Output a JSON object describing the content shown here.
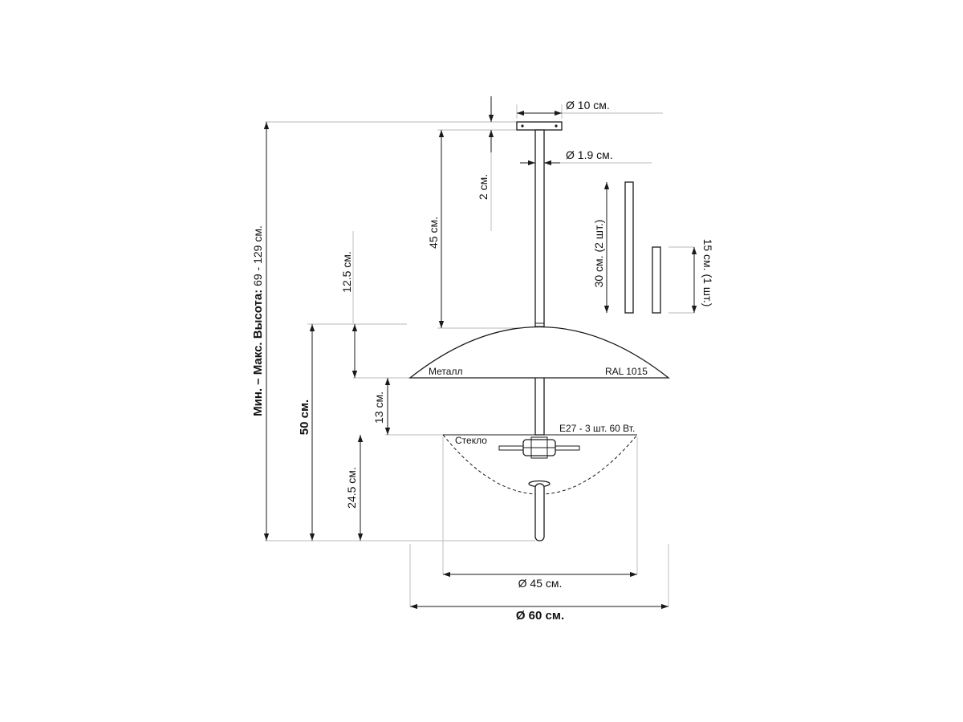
{
  "dimensions": {
    "canopy_diameter": "Ø 10 см.",
    "canopy_height": "2 см.",
    "rod_diameter": "Ø 1.9 см.",
    "rod_length": "45 см.",
    "extension_long": "30 см. (2 шт.)",
    "extension_short": "15 см. (1 шт.)",
    "metal_shade_height": "12.5 см.",
    "gap_between_shades": "13 см.",
    "glass_shade_height": "24.5 см.",
    "lamp_body_height": "50 см.",
    "height_range_label": "Мин. – Макс. Высота:",
    "height_range_value": " 69 - 129 см.",
    "glass_diameter": "Ø 45 см.",
    "metal_diameter": "Ø 60 см."
  },
  "callouts": {
    "metal": "Металл",
    "color_code": "RAL 1015",
    "glass": "Стекло",
    "bulbs": "E27 - 3 шт. 60 Вт."
  },
  "colors": {
    "line": "#1a1a1a",
    "extension_line": "#b8b8b8",
    "background": "#ffffff"
  }
}
